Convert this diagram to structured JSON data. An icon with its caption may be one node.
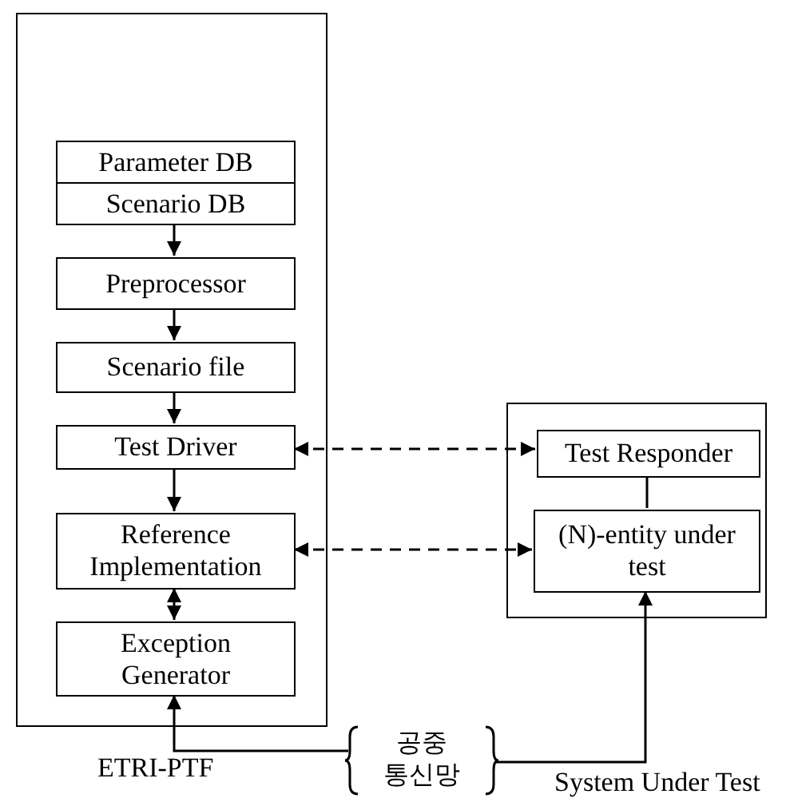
{
  "diagram": {
    "nodes": [
      {
        "text": [
          "ETRI-PTF"
        ]
      },
      {
        "text": [
          "Parameter DB"
        ],
        "in": 0
      },
      {
        "text": [
          "Scenario DB"
        ],
        "in": 0
      },
      {
        "text": [
          "Preprocessor"
        ],
        "in": 0
      },
      {
        "text": [
          "Scenario file"
        ],
        "in": 0
      },
      {
        "text": [
          "Test Driver"
        ],
        "in": 0
      },
      {
        "text": [
          "Reference Implementation"
        ],
        "in": 0
      },
      {
        "text": [
          "Exception Generator"
        ],
        "in": 0
      },
      {
        "text": [],
        "shape": "box"
      },
      {
        "text": [
          "Test Responder"
        ],
        "in": 8
      },
      {
        "text": [
          "(N)-entity under test"
        ],
        "in": 8
      },
      {
        "text": [
          "공중 통신망"
        ]
      }
    ],
    "edges": [
      {
        "from": 2,
        "to": 3,
        "arrow": "to"
      },
      {
        "from": 3,
        "to": 4,
        "arrow": "to"
      },
      {
        "from": 4,
        "to": 5,
        "arrow": "to"
      },
      {
        "from": 5,
        "to": 6,
        "arrow": "to"
      },
      {
        "from": 6,
        "to": 7,
        "arrow": "both"
      },
      {
        "from": 5,
        "to": 9,
        "arrow": "both",
        "style": "dashed"
      },
      {
        "from": 6,
        "to": 10,
        "arrow": "both",
        "style": "dashed"
      },
      {
        "from": 9,
        "to": 10,
        "arrow": "none"
      },
      {
        "from": 11,
        "to": 7,
        "arrow": "to"
      },
      {
        "from": 11,
        "to": 10,
        "arrow": "to"
      }
    ],
    "labels": [
      "System Under Test"
    ]
  }
}
